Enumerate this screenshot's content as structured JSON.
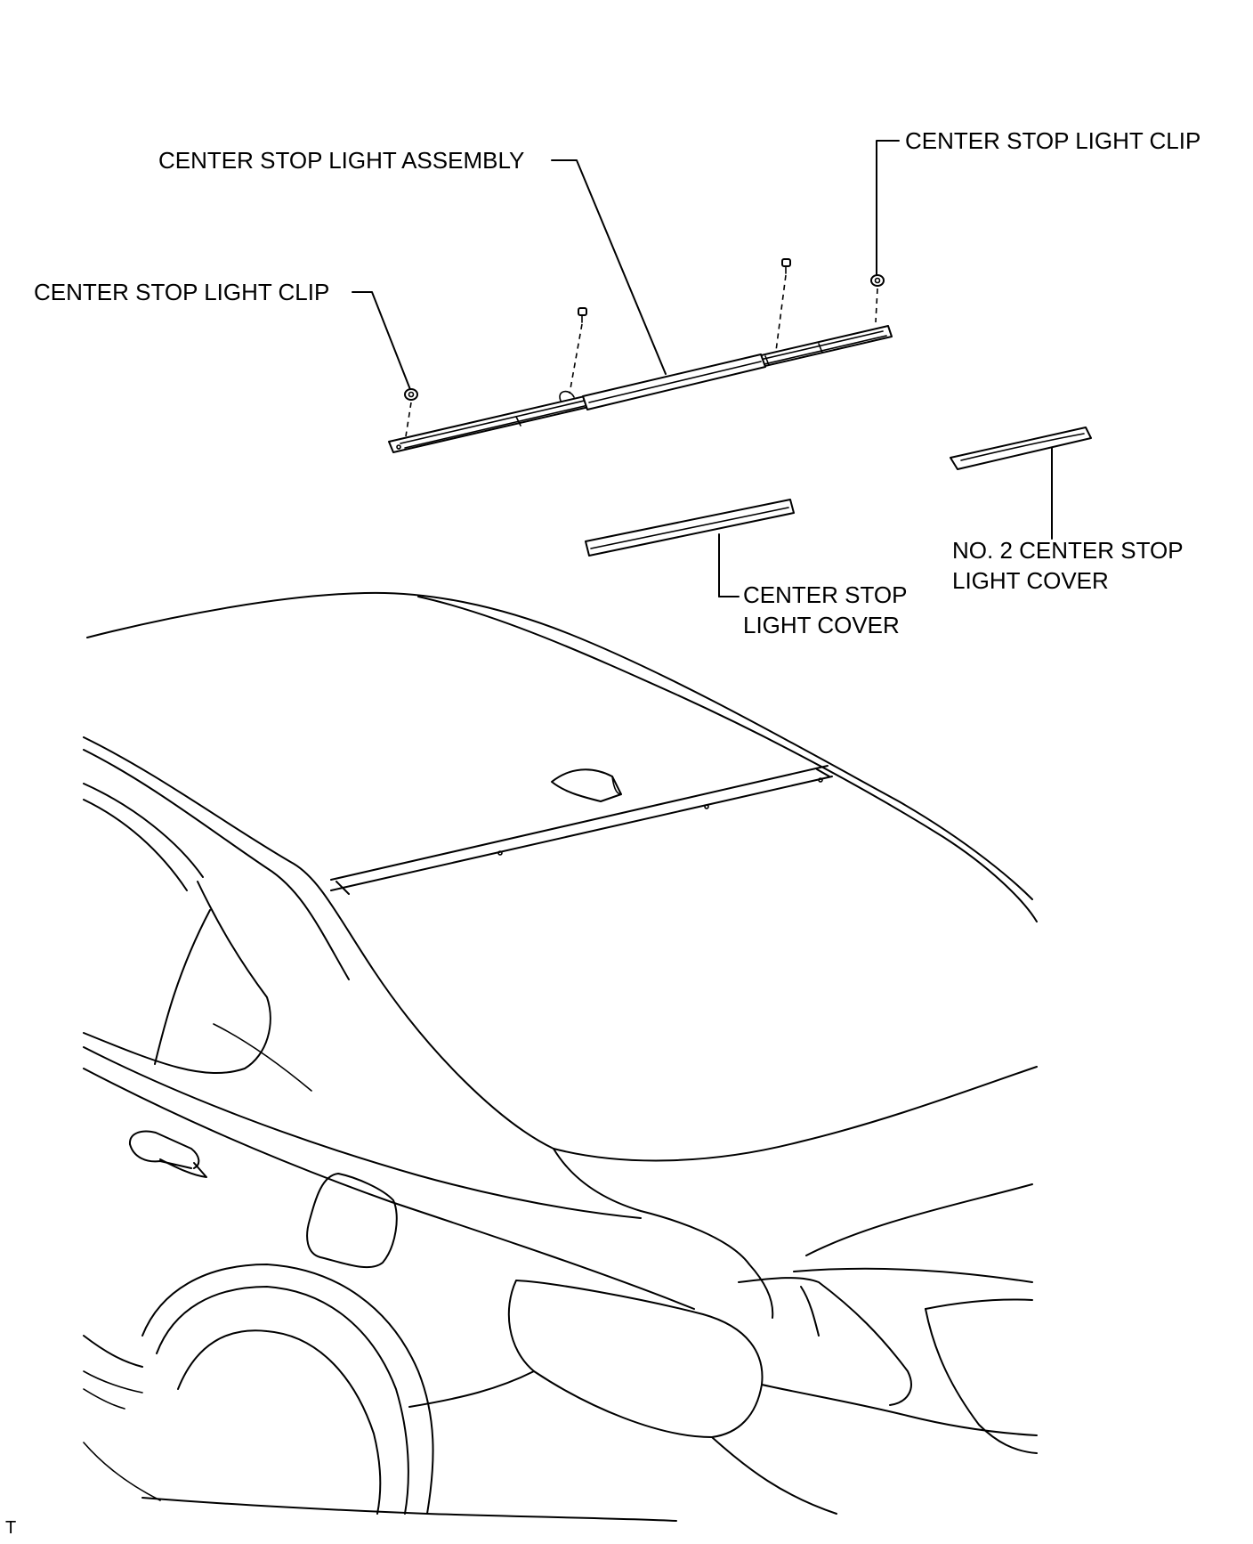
{
  "labels": {
    "clip_right": "CENTER STOP LIGHT CLIP",
    "assembly": "CENTER STOP LIGHT ASSEMBLY",
    "clip_left": "CENTER STOP LIGHT CLIP",
    "cover_line1": "CENTER STOP",
    "cover_line2": "LIGHT COVER",
    "no2_cover_line1": "NO. 2 CENTER STOP",
    "no2_cover_line2": "LIGHT COVER",
    "corner_mark": "T"
  }
}
